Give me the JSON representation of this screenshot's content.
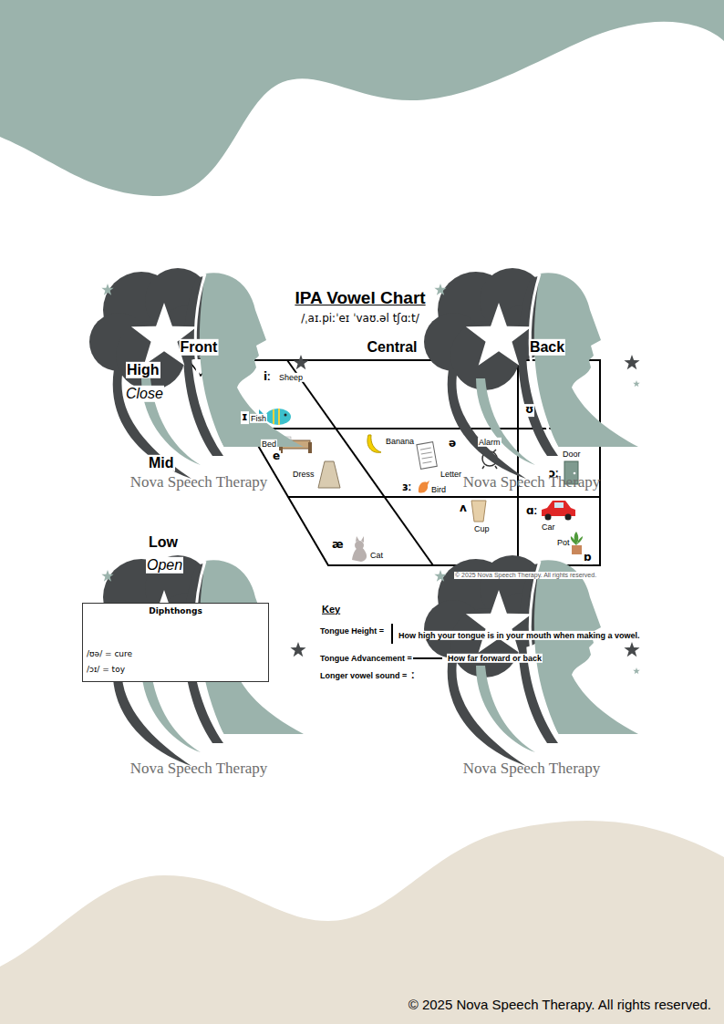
{
  "diagram": {
    "title": "IPA Vowel Chart",
    "nodes": [
      {
        "text": [
          "Diphthongs",
          "/ʊə/ = cure",
          "/ɔɪ/ = toy"
        ]
      }
    ],
    "labels": [
      "/ˌaɪ.piːˈeɪ ˈvaʊ.əl tʃɑːt/",
      "Front",
      "Central",
      "Back",
      "High",
      "Close",
      "Mid",
      "Low",
      "Open",
      "iː",
      "Sheep",
      "ɪ",
      "Fish",
      "Bed",
      "e",
      "Dress",
      "Banana",
      "ə",
      "Letter",
      "Alarm",
      "ʊ",
      "ɔː",
      "Door",
      "ɜː",
      "Bird",
      "ʌ",
      "Cup",
      "ɑː",
      "Car",
      "Pot",
      "ɒ",
      "æ",
      "Cat",
      "© 2025 Nova Speech Therapy. All rights reserved.",
      "Key",
      "Tongue Height =",
      "How high your tongue is in your mouth when making a vowel.",
      "Tongue Advancement =",
      "How far forward or back",
      "Longer vowel sound =",
      "ː",
      "Nova Speech Therapy",
      "Nova Speech Therapy",
      "Nova Speech Therapy",
      "Nova Speech Therapy",
      "© 2025 Nova Speech Therapy. All rights reserved."
    ]
  }
}
